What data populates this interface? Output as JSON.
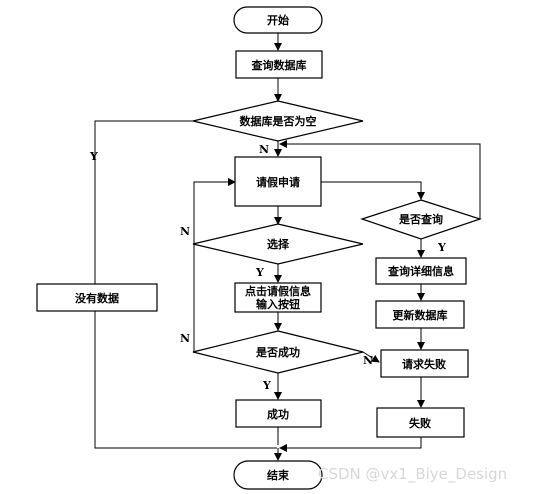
{
  "nodes": {
    "start": "开始",
    "query_db": "查询数据库",
    "db_empty": "数据库是否为空",
    "leave_request": "请假申请",
    "choose": "选择",
    "click_info_line1": "点击请假信息",
    "click_info_line2": "输入按钮",
    "is_success": "是否成功",
    "success": "成功",
    "no_data": "没有数据",
    "is_query": "是否查询",
    "query_detail": "查询详细信息",
    "update_db": "更新数据库",
    "request_fail": "请求失败",
    "fail": "失败",
    "end": "结束"
  },
  "edge_labels": {
    "db_empty_yes": "Y",
    "db_empty_no": "N",
    "choose_no": "N",
    "choose_yes": "Y",
    "success_no": "N",
    "success_yes": "Y",
    "success_to_fail": "N",
    "query_yes": "Y"
  },
  "watermark": "CSDN @vx1_Biye_Design"
}
